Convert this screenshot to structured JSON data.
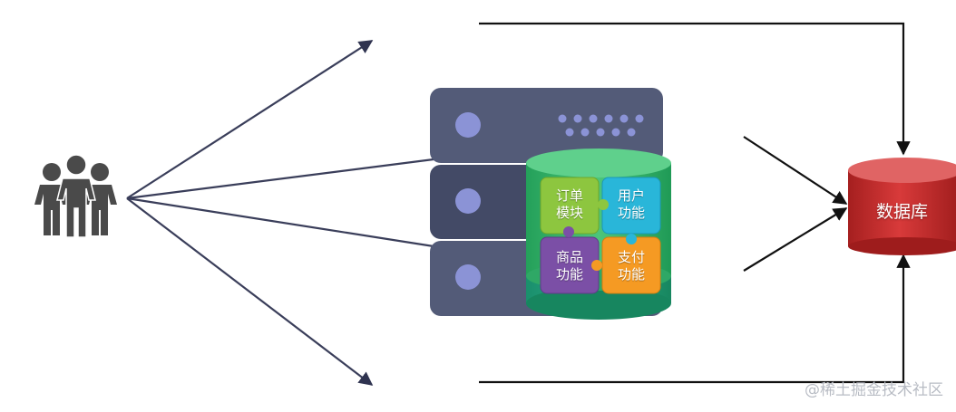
{
  "modules": {
    "order": [
      "订单",
      "模块"
    ],
    "user": [
      "用户",
      "功能"
    ],
    "product": [
      "商品",
      "功能"
    ],
    "payment": [
      "支付",
      "功能"
    ]
  },
  "database": {
    "label": "数据库"
  },
  "watermark": "@稀土掘金技术社区",
  "colors": {
    "server": "#535b78",
    "server_dark": "#434a66",
    "server_dot": "#8b93d6",
    "cylinder_green": "#3fb36a",
    "module_order": "#8dc63f",
    "module_user": "#29b6d9",
    "module_product": "#7b4fa6",
    "module_payment": "#f59a23",
    "database_red": "#c92a2a",
    "arrow": "#3a3e5a"
  }
}
